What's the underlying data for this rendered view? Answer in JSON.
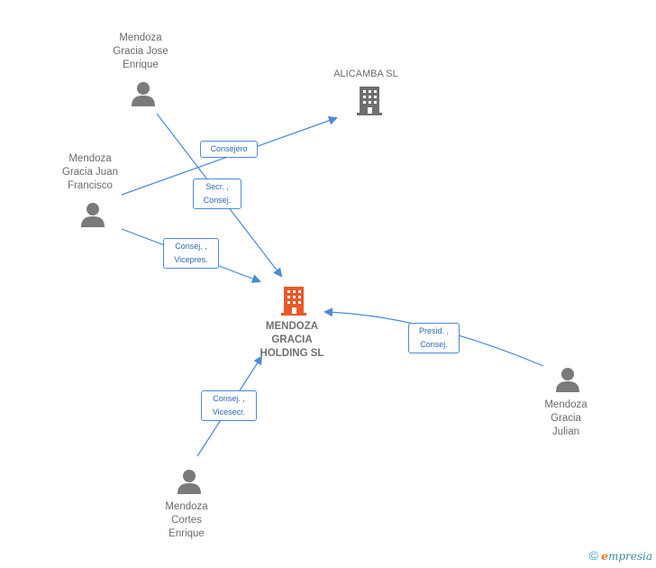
{
  "nodes": {
    "center": {
      "label": "MENDOZA\nGRACIA\nHOLDING SL",
      "icon": "building-icon",
      "color": "#e8592a"
    },
    "alicamba": {
      "label": "ALICAMBA SL",
      "icon": "building-icon",
      "color": "#7a7a7a"
    },
    "jose_enrique": {
      "label": "Mendoza\nGracia Jose\nEnrique",
      "icon": "person-icon"
    },
    "juan_francisco": {
      "label": "Mendoza\nGracia Juan\nFrancisco",
      "icon": "person-icon"
    },
    "julian": {
      "label": "Mendoza\nGracia\nJulian",
      "icon": "person-icon"
    },
    "cortes_enrique": {
      "label": "Mendoza\nCortes\nEnrique",
      "icon": "person-icon"
    }
  },
  "edges": {
    "consejero": "Consejero",
    "secr_consej": "Secr. ,\nConsej.",
    "consej_vicepres": "Consej. ,\nVicepres.",
    "presid_consej": "Presid. ,\nConsej.",
    "consej_vicesecr": "Consej. ,\nVicesecr."
  },
  "footer": {
    "copyright": "©",
    "brand_initial": "e",
    "brand_rest": "mpresia"
  },
  "colors": {
    "edge": "#4a8ad8",
    "person": "#7a7a7a"
  }
}
